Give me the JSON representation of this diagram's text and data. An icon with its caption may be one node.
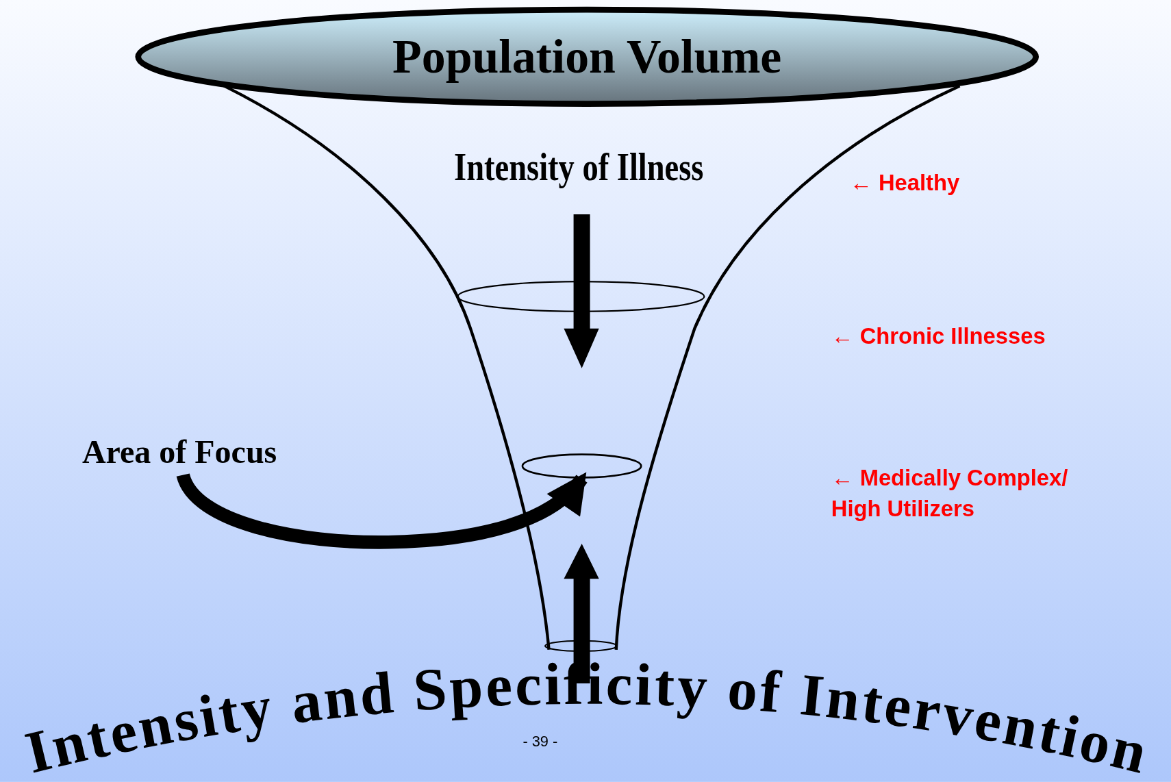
{
  "diagram": {
    "nodes": [
      {
        "text": [
          "Population Volume"
        ]
      },
      {
        "text": [
          "Area of Focus"
        ]
      },
      {
        "text": [],
        "shape": "ellipse"
      }
    ],
    "edges": [
      {
        "from": 1,
        "to": 2,
        "arrow": "to"
      }
    ],
    "labels": [
      "Intensity of Illness",
      "← Healthy",
      "← Chronic Illnesses",
      "← Medically Complex/ High Utilizers",
      "Intensity and Specificity of Intervention",
      "- 39 -"
    ]
  }
}
